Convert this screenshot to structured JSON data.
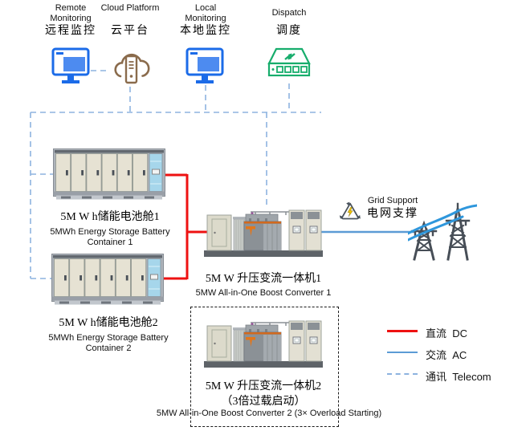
{
  "colors": {
    "dc_red": "#EE1111",
    "ac_blue": "#5B9BD5",
    "telecom_blue": "#8DB3DF",
    "monitor_blue": "#1B6BE8",
    "monitor_screen": "#4D8BF0",
    "cloud_brown": "#8A6B4C",
    "switch_green": "#17AD6C",
    "tower_gray": "#474E57",
    "wire_blue": "#2F97DC",
    "recycle_dark": "#49525C",
    "bolt_yellow": "#F2C400"
  },
  "icons": {
    "remote": "monitor-icon",
    "cloud": "cloud-server-icon",
    "local": "monitor-icon",
    "dispatch": "network-switch-icon",
    "grid": "recycle-energy-icon",
    "towers": "transmission-towers-icon"
  },
  "top_nodes": {
    "remote": {
      "label_en": "Remote Monitoring",
      "label_zh": "远程监控"
    },
    "cloud": {
      "label_en": "Cloud Platform",
      "label_zh": "云平台"
    },
    "local": {
      "label_en": "Local Monitoring",
      "label_zh": "本地监控"
    },
    "dispatch": {
      "label_en": "Dispatch",
      "label_zh": "调度"
    }
  },
  "battery_container_1": {
    "label_zh": "5M W h储能电池舱1",
    "label_en_line1": "5MWh Energy Storage Battery",
    "label_en_line2": "Container 1"
  },
  "battery_container_2": {
    "label_zh": "5M W h储能电池舱2",
    "label_en_line1": "5MWh Energy Storage Battery",
    "label_en_line2": "Container 2"
  },
  "converter_1": {
    "label_zh": "5M W 升压变流一体机1",
    "label_en": "5MW All-in-One Boost Converter 1"
  },
  "converter_2": {
    "label_zh": "5M W 升压变流一体机2",
    "label_zh_note": "（3倍过载启动）",
    "label_en": "5MW All-in-One Boost Converter 2  (3× Overload Starting)"
  },
  "grid_support": {
    "label_en": "Grid Support",
    "label_zh": "电网支撑"
  },
  "legend": [
    {
      "label": "直流  DC"
    },
    {
      "label": "交流  AC"
    },
    {
      "label": "通讯  Telecom"
    }
  ]
}
